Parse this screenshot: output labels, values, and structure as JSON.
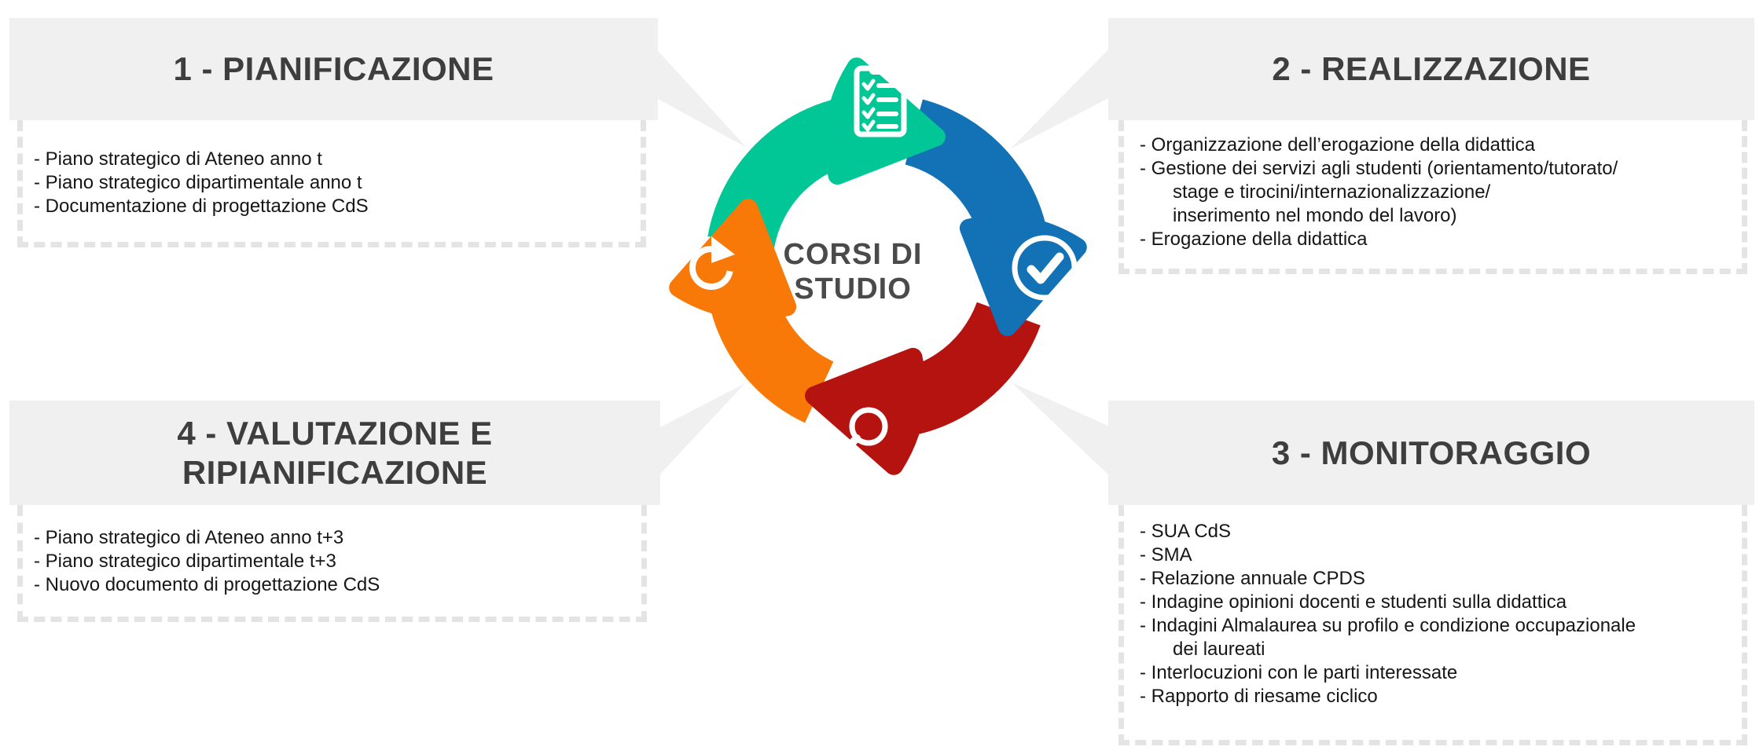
{
  "center": {
    "line1": "CORSI DI",
    "line2": "STUDIO"
  },
  "colors": {
    "green": "#00C795",
    "blue": "#1272B5",
    "red": "#B51310",
    "orange": "#F87908",
    "connector": "#F0F0F0",
    "box_bg": "#F0F0F0",
    "dash": "#E4E4E4",
    "title_text": "#3E3E3E",
    "body_text": "#161616",
    "center_text": "#4A4A4A",
    "icon": "#FFFFFF"
  },
  "icons": {
    "plan": "checklist-clipboard",
    "realize": "check-circle",
    "monitor": "magnifier",
    "replan": "refresh-cycle"
  },
  "sections": [
    {
      "title": "1 - PIANIFICAZIONE",
      "items": [
        "- Piano strategico di Ateneo anno t",
        "- Piano strategico dipartimentale anno t",
        "- Documentazione di progettazione CdS"
      ]
    },
    {
      "title": "2 - REALIZZAZIONE",
      "items": [
        "- Organizzazione dell’erogazione della didattica",
        "- Gestione dei servizi agli studenti (orientamento/tutorato/",
        "stage e tirocini/internazionalizzazione/",
        "inserimento nel mondo del lavoro)",
        "- Erogazione della didattica"
      ]
    },
    {
      "title": "3 - MONITORAGGIO",
      "items": [
        "- SUA CdS",
        "- SMA",
        "- Relazione annuale CPDS",
        "- Indagine opinioni docenti e studenti sulla didattica",
        "- Indagini Almalaurea su profilo e condizione occupazionale",
        "dei laureati",
        "- Interlocuzioni con le parti interessate",
        "- Rapporto di riesame ciclico"
      ]
    },
    {
      "title": "4 - VALUTAZIONE E RIPIANIFICAZIONE",
      "items": [
        "- Piano strategico di Ateneo anno t+3",
        "- Piano strategico dipartimentale t+3",
        "- Nuovo documento di progettazione CdS"
      ]
    }
  ]
}
